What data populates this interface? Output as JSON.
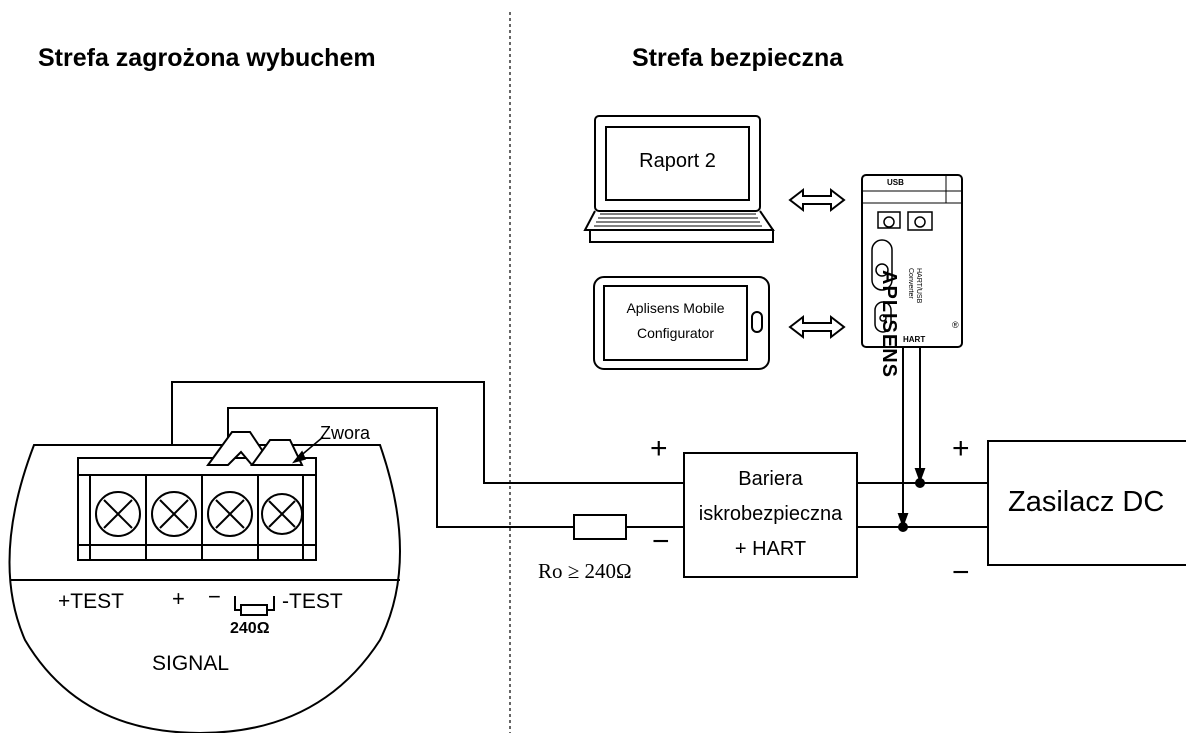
{
  "zones": {
    "hazardous": "Strefa zagrożona wybuchem",
    "safe": "Strefa bezpieczna"
  },
  "laptop": {
    "screen_text": "Raport 2"
  },
  "tablet": {
    "line1": "Aplisens Mobile",
    "line2": "Configurator"
  },
  "converter": {
    "usb_label": "USB",
    "hart_label": "HART",
    "brand": "APLISENS",
    "model": "HART/USB",
    "model_sub": "Converter",
    "registered": "®"
  },
  "barrier": {
    "line1": "Bariera",
    "line2": "iskrobezpieczna",
    "line3": "+ HART"
  },
  "power_supply": {
    "label": "Zasilacz DC"
  },
  "polarity": {
    "plus": "+",
    "minus": "−"
  },
  "resistor_label": "Ro ≥ 240Ω",
  "jumper_label": "Zwora",
  "terminal": {
    "labels": {
      "test_plus": "+TEST",
      "plus": "+",
      "minus": "−",
      "test_minus": "-TEST"
    },
    "resistor_value": "240Ω",
    "signal": "SIGNAL"
  }
}
